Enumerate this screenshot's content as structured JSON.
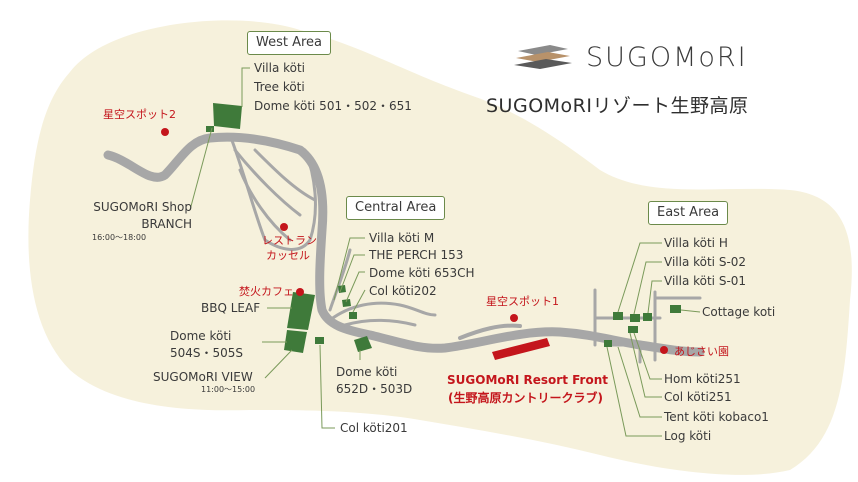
{
  "brand": {
    "name": "SUGOMoRI",
    "subtitle": "SUGOMoRIリゾート生野高原",
    "logo_colors": [
      "#8a8a8a",
      "#b8926a",
      "#5a5a5a"
    ]
  },
  "colors": {
    "land": "#f6f1dc",
    "road": "#a7a7a7",
    "building": "#3f7a3a",
    "front": "#c4161c",
    "spot": "#c4161c",
    "leader": "#7a9a5a",
    "area_border": "#6b8a4a"
  },
  "areas": {
    "west": "West Area",
    "central": "Central Area",
    "east": "East Area"
  },
  "labels": {
    "west_villa": "Villa köti",
    "west_tree": "Tree köti",
    "west_dome": "Dome köti 501・502・651",
    "hoshizora2": "星空スポット2",
    "shop_line1": "SUGOMoRI Shop",
    "shop_line2": "BRANCH",
    "shop_hours": "16:00〜18:00",
    "restaurant_line1": "レストラン",
    "restaurant_line2": "カッセル",
    "takibi": "焚火カフェ",
    "bbq": "BBQ LEAF",
    "dome504_line1": "Dome köti",
    "dome504_line2": "504S・505S",
    "view": "SUGOMoRI VIEW",
    "view_hours": "11:00〜15:00",
    "villa_m": "Villa köti M",
    "perch": "THE PERCH 153",
    "dome653": "Dome köti 653CH",
    "col202": "Col köti202",
    "dome652_line1": "Dome köti",
    "dome652_line2": "652D・503D",
    "col201": "Col köti201",
    "hoshizora1": "星空スポット1",
    "front_line1": "SUGOMoRI Resort Front",
    "front_line2": "(生野高原カントリークラブ)",
    "villa_h": "Villa köti H",
    "villa_s02": "Villa köti S-02",
    "villa_s01": "Villa köti S-01",
    "cottage": "Cottage koti",
    "ajisai": "あじさい園",
    "hom251": "Hom köti251",
    "col251": "Col köti251",
    "tent": "Tent köti kobaco1",
    "log": "Log köti"
  }
}
